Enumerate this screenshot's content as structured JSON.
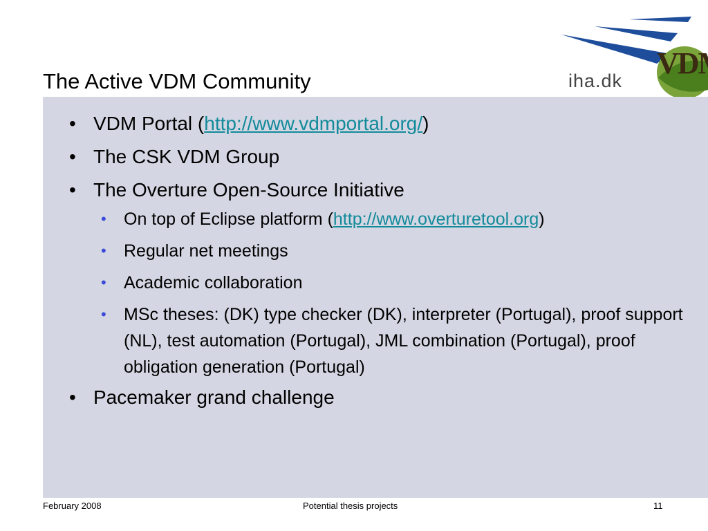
{
  "slide": {
    "title": "The Active VDM Community"
  },
  "logos": {
    "iha_text": "iha.dk",
    "vdm_text": "VDM"
  },
  "content": {
    "items": [
      {
        "level": 1,
        "text_before": "VDM Portal (",
        "link": "http://www.vdmportal.org/",
        "text_after": ")"
      },
      {
        "level": 1,
        "text_before": "The CSK VDM Group",
        "link": "",
        "text_after": ""
      },
      {
        "level": 1,
        "text_before": "The Overture Open-Source Initiative",
        "link": "",
        "text_after": ""
      },
      {
        "level": 2,
        "text_before": "On top of Eclipse platform (",
        "link": "http://www.overturetool.org",
        "text_after": ")"
      },
      {
        "level": 2,
        "text_before": "Regular net meetings",
        "link": "",
        "text_after": ""
      },
      {
        "level": 2,
        "text_before": "Academic collaboration",
        "link": "",
        "text_after": ""
      },
      {
        "level": 2,
        "text_before": "MSc theses: (DK) type checker (DK), interpreter (Portugal),  proof support (NL),  test automation (Portugal), JML combination (Portugal), proof obligation generation (Portugal)",
        "link": "",
        "text_after": ""
      },
      {
        "level": 1,
        "text_before": "Pacemaker grand challenge",
        "link": "",
        "text_after": ""
      }
    ]
  },
  "footer": {
    "date": "February 2008",
    "center": "Potential thesis projects",
    "page_number": "11"
  }
}
